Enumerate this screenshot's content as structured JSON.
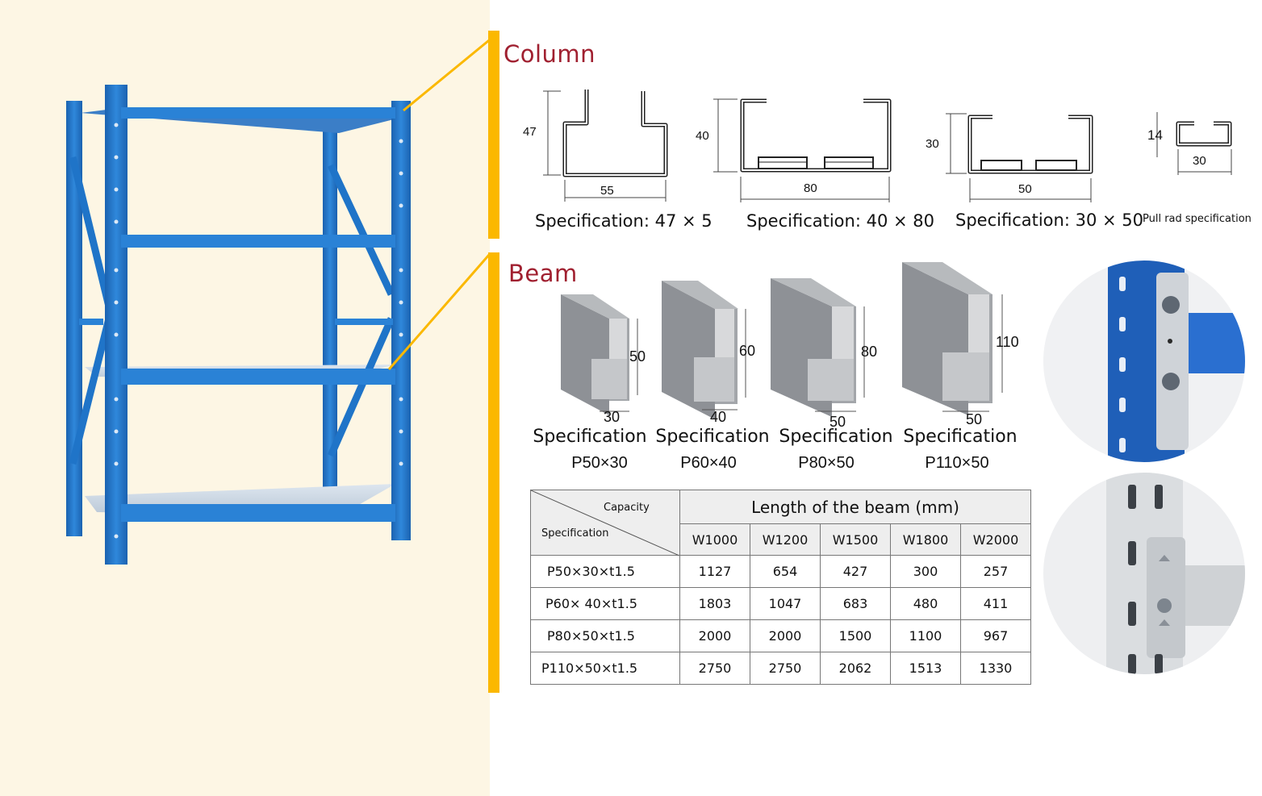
{
  "column": {
    "heading": "Column",
    "profiles": [
      {
        "height": "47",
        "width": "55",
        "spec": "Specification: 47 × 5"
      },
      {
        "height": "40",
        "width": "80",
        "spec": "Specification: 40 × 80"
      },
      {
        "height": "30",
        "width": "50",
        "spec": "Specification: 30 × 50"
      },
      {
        "height": "14",
        "width": "30",
        "spec": "Pull rad specification"
      }
    ]
  },
  "beam": {
    "heading": "Beam",
    "profiles": [
      {
        "height": "50",
        "width": "30",
        "spec": "Specification",
        "code": "P50×30"
      },
      {
        "height": "60",
        "width": "40",
        "spec": "Specification",
        "code": "P60×40"
      },
      {
        "height": "80",
        "width": "50",
        "spec": "Specification",
        "code": "P80×50"
      },
      {
        "height": "110",
        "width": "50",
        "spec": "Specification",
        "code": "P110×50"
      }
    ]
  },
  "table": {
    "capacity_label": "Capacity",
    "specification_label": "Specification",
    "length_header": "Length of the beam (mm)",
    "columns": [
      "W1000",
      "W1200",
      "W1500",
      "W1800",
      "W2000"
    ],
    "rows": [
      {
        "spec": "P50×30×t1.5",
        "values": [
          "1127",
          "654",
          "427",
          "300",
          "257"
        ]
      },
      {
        "spec": "P60× 40×t1.5",
        "values": [
          "1803",
          "1047",
          "683",
          "480",
          "411"
        ]
      },
      {
        "spec": "P80×50×t1.5",
        "values": [
          "2000",
          "2000",
          "1500",
          "1100",
          "967"
        ]
      },
      {
        "spec": "P110×50×t1.5",
        "values": [
          "2750",
          "2750",
          "2062",
          "1513",
          "1330"
        ]
      }
    ]
  },
  "colors": {
    "accent_bar": "#fbb800",
    "heading": "#a02030",
    "rack_blue": "#1f74c8",
    "left_background": "#fdf6e4"
  }
}
